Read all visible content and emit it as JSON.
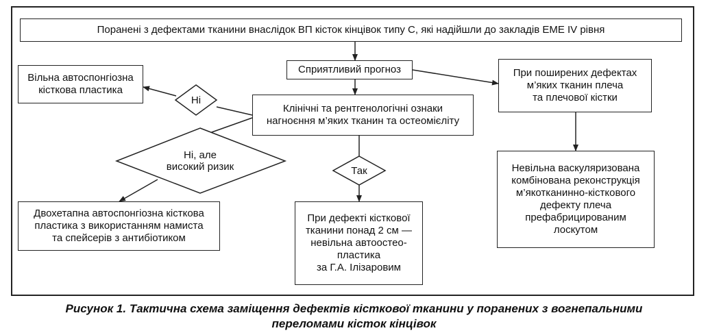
{
  "nodes": {
    "top": "Поранені з дефектами тканини внаслідок ВП кісток кінцівок типу С, які надійшли до закладів ЕМЕ IV рівня",
    "favorable": "Сприятливий прогноз",
    "free_graft": "Вільна автоспонгіозна\nкісткова пластика",
    "clinical": "Клінічні та рентгенологічні ознаки\nнагноєння м’яких тканин та остеомієліту",
    "soft_tissue": "При поширених дефектах\nм’яких тканин плеча\nта плечової кістки",
    "two_stage": "Двохетапна автоспонгіозна кісткова\nпластика з використанням намиста\nта спейсерів з антибіотиком",
    "ilizarov": "При дефекті кісткової\nтканини понад 2 см —\nневільна автоостео-\nпластика\nза Г.А. Ілізаровим",
    "vascular": "Невільна васкуляризована\nкомбінована реконструкція\nм’якотканинно-кісткового\nдефекту плеча\nпрефабрицированим\nлоскутом"
  },
  "decisions": {
    "no": "Ні",
    "no_high_risk": "Ні, але\nвисокий ризик",
    "yes": "Так"
  },
  "caption": "Рисунок 1. Тактична схема заміщення дефектів кісткової тканини у поранених з вогнепальними\nпереломами кісток кінцівок"
}
